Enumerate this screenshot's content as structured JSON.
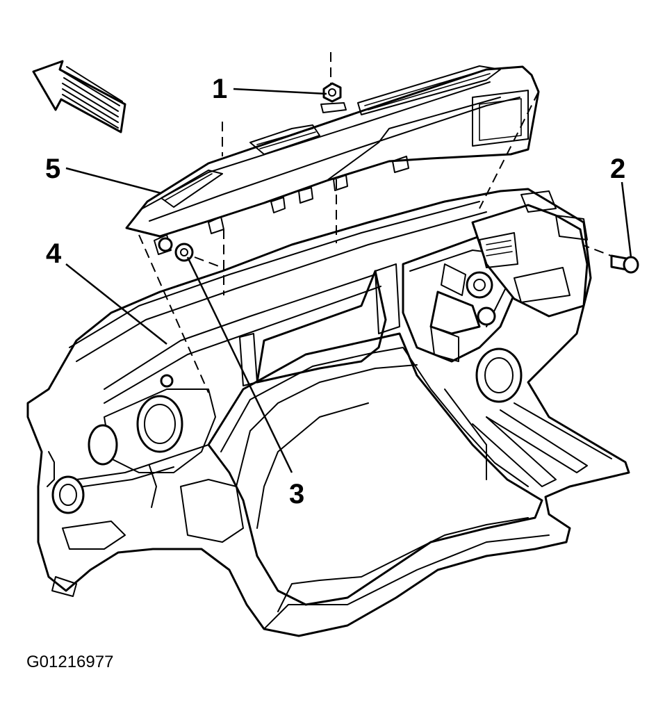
{
  "callouts": {
    "c1": "1",
    "c2": "2",
    "c3": "3",
    "c4": "4",
    "c5": "5"
  },
  "figure_id": "G01216977"
}
